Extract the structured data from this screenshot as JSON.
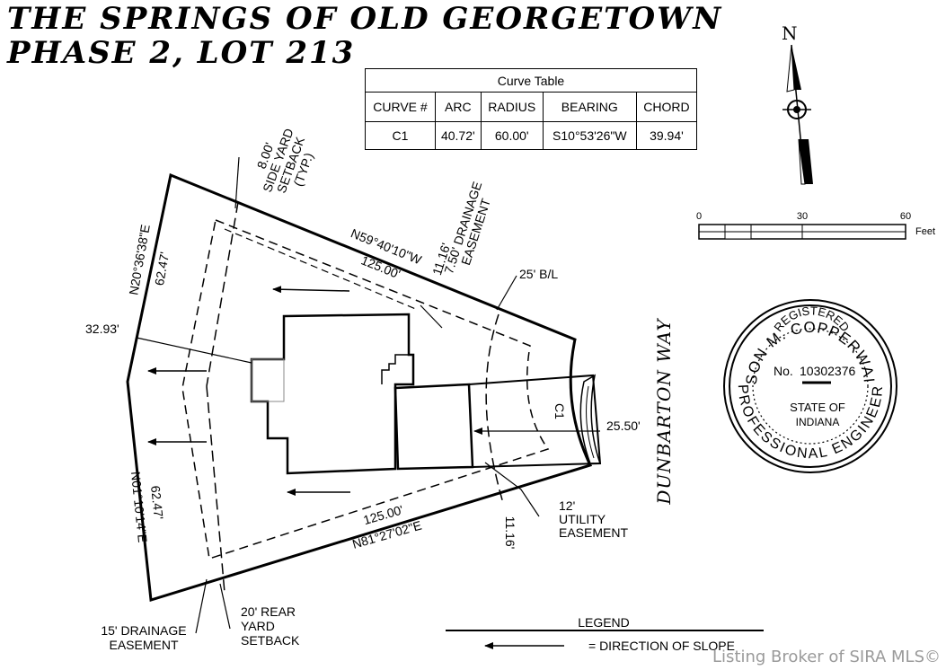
{
  "title": {
    "line1": "THE SPRINGS OF OLD GEORGETOWN",
    "line2": "PHASE 2, LOT 213"
  },
  "curve_table": {
    "caption": "Curve Table",
    "headers": [
      "CURVE #",
      "ARC",
      "RADIUS",
      "BEARING",
      "CHORD"
    ],
    "row": [
      "C1",
      "40.72'",
      "60.00'",
      "S10°53'26\"W",
      "39.94'"
    ]
  },
  "north_arrow": {
    "label": "N"
  },
  "scale_bar": {
    "ticks": [
      "0",
      "30",
      "60"
    ],
    "unit": "Feet"
  },
  "seal": {
    "name": "JASON M. COPPERWAITE",
    "registered": "REGISTERED",
    "number_prefix": "No.",
    "number": "10302376",
    "state_of": "STATE OF",
    "state": "INDIANA",
    "bottom": "PROFESSIONAL ENGINEER"
  },
  "street": "DUNBARTON WAY",
  "labels": {
    "side_setback": [
      "8.00'",
      "SIDE YARD",
      "SETBACK",
      "(TYP.)"
    ],
    "drainage_top": [
      "7.50' DRAINAGE",
      "EASEMENT"
    ],
    "dim_11_16_top": "11.16'",
    "bl": "25' B/L",
    "bearing_top": "N59°40'10\"W",
    "dist_top": "125.00'",
    "bearing_left_top": "N20°36'38\"E",
    "dist_left_top": "62.47'",
    "dim_32_93": "32.93'",
    "bearing_left_bottom": "N01°10'14\"E",
    "dist_left_bottom": "62.47'",
    "c1": "C1",
    "dim_25_50": "25.50'",
    "utility": [
      "12'",
      "UTILITY",
      "EASEMENT"
    ],
    "dim_11_16_bottom": "11.16'",
    "dist_bottom": "125.00'",
    "bearing_bottom": "N81°27'02\"E",
    "drainage_15": [
      "15' DRAINAGE",
      "EASEMENT"
    ],
    "rear_setback": [
      "20' REAR",
      "YARD",
      "SETBACK"
    ]
  },
  "legend": {
    "title": "LEGEND",
    "item": "= DIRECTION OF SLOPE"
  },
  "watermark": "Listing Broker of SIRA MLS©"
}
